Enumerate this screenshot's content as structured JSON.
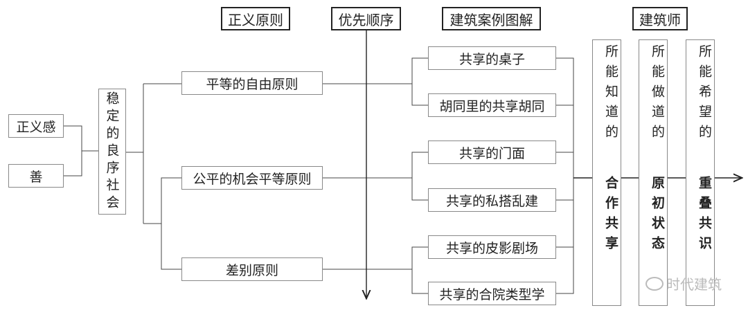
{
  "headers": {
    "justice_principles": "正义原则",
    "priority_order": "优先顺序",
    "case_diagrams": "建筑案例图解",
    "architect": "建筑师"
  },
  "left": {
    "sense_of_justice": "正义感",
    "good": "善",
    "stable_society": "稳定的良序社会"
  },
  "principles": [
    "平等的自由原则",
    "公平的机会平等原则",
    "差别原则"
  ],
  "cases": [
    "共享的桌子",
    "胡同里的共享胡同",
    "共享的门面",
    "共享的私搭乱建",
    "共享的皮影剧场",
    "共享的合院类型学"
  ],
  "architect_columns": [
    {
      "top": "所能知道的",
      "bottom": "合作共享"
    },
    {
      "top": "所能做道的",
      "bottom": "原初状态"
    },
    {
      "top": "所能希望的",
      "bottom": "重叠共识"
    }
  ],
  "watermark": "时代建筑"
}
